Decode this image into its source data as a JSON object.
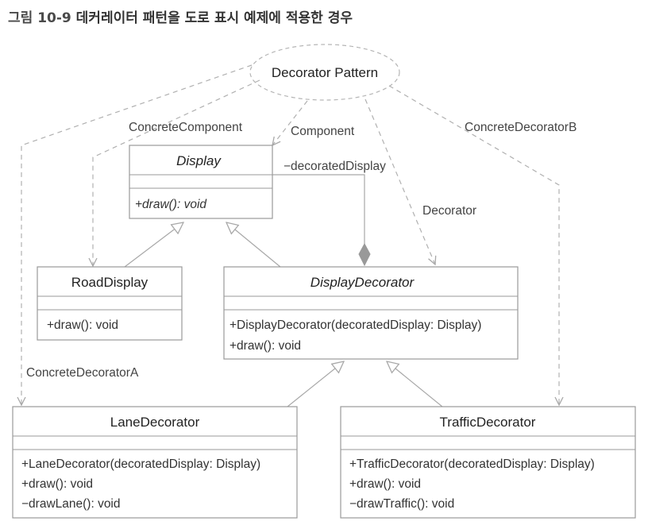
{
  "figure": {
    "number": "그림 10-9",
    "title": "데커레이터 패턴을 도로 표시 예제에 적용한 경우"
  },
  "collaboration": {
    "name": "Decorator Pattern"
  },
  "roles": {
    "concrete_component": "ConcreteComponent",
    "component": "Component",
    "concrete_decorator_b": "ConcreteDecoratorB",
    "decorator": "Decorator",
    "concrete_decorator_a": "ConcreteDecoratorA"
  },
  "association": {
    "role_name": "−decoratedDisplay"
  },
  "classes": {
    "display": {
      "name": "Display",
      "abstract": true,
      "ops": [
        {
          "text": "+draw(): void",
          "italic": true
        }
      ]
    },
    "road_display": {
      "name": "RoadDisplay",
      "abstract": false,
      "ops": [
        {
          "text": "+draw(): void",
          "italic": false
        }
      ]
    },
    "display_decorator": {
      "name": "DisplayDecorator",
      "abstract": true,
      "ops": [
        {
          "text": "+DisplayDecorator(decoratedDisplay: Display)",
          "italic": false
        },
        {
          "text": "+draw(): void",
          "italic": false
        }
      ]
    },
    "lane_decorator": {
      "name": "LaneDecorator",
      "abstract": false,
      "ops": [
        {
          "text": "+LaneDecorator(decoratedDisplay: Display)",
          "italic": false
        },
        {
          "text": "+draw(): void",
          "italic": false
        },
        {
          "text": "−drawLane(): void",
          "italic": false
        }
      ]
    },
    "traffic_decorator": {
      "name": "TrafficDecorator",
      "abstract": false,
      "ops": [
        {
          "text": "+TrafficDecorator(decoratedDisplay: Display)",
          "italic": false
        },
        {
          "text": "+draw(): void",
          "italic": false
        },
        {
          "text": "−drawTraffic(): void",
          "italic": false
        }
      ]
    }
  },
  "colors": {
    "box_border": "#9a9a9a",
    "line": "#a8a8a8",
    "dashed": "#b0b0b0",
    "diamond": "#999999"
  }
}
